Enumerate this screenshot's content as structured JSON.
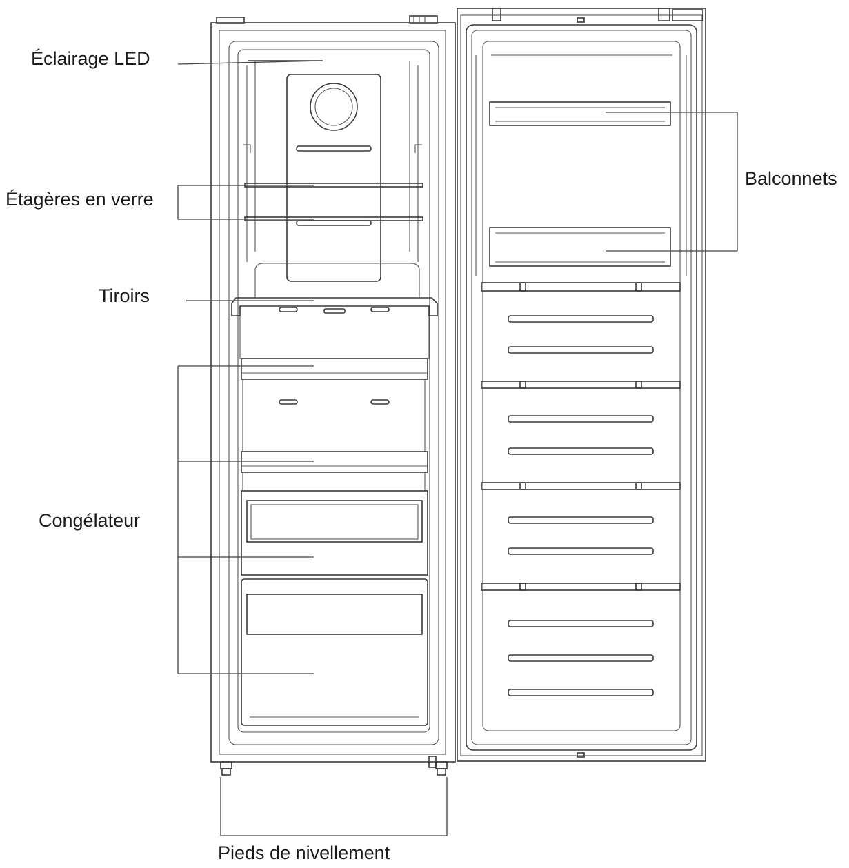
{
  "labels": {
    "led": "Éclairage LED",
    "shelves": "Étagères en verre",
    "drawers": "Tiroirs",
    "freezer": "Congélateur",
    "balconies": "Balconnets",
    "feet": "Pieds de nivellement"
  },
  "colors": {
    "line": "#3a3a3a",
    "text": "#1a1a1a",
    "background": "#ffffff"
  }
}
